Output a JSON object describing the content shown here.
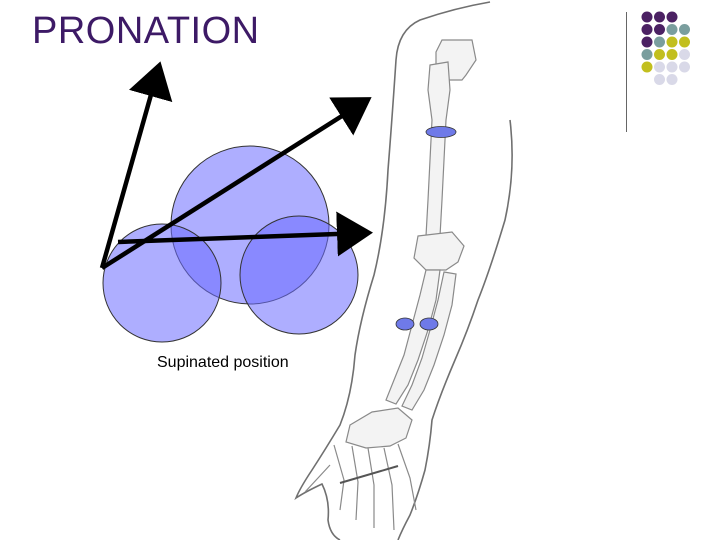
{
  "slide": {
    "title": "PRONATION",
    "caption": "Supinated position"
  },
  "colors": {
    "title": "#3d1a66",
    "circle_fill": "#6b6bff",
    "marker_fill": "#6f7ae8",
    "dot_purple": "#4b2163",
    "dot_teal": "#7a9e9e",
    "dot_olive": "#c2bf1e",
    "dot_lavender": "#d9d9e8",
    "bone_outline": "#8a8a8a",
    "skin_outline": "#707070"
  },
  "decor": {
    "dot_grid_rows": [
      [
        "purple",
        "purple",
        "purple",
        "none"
      ],
      [
        "purple",
        "purple",
        "teal",
        "teal"
      ],
      [
        "purple",
        "teal",
        "olive",
        "olive"
      ],
      [
        "teal",
        "olive",
        "olive",
        "lavender"
      ],
      [
        "olive",
        "lavender",
        "lavender",
        "lavender"
      ],
      [
        "none",
        "lavender",
        "lavender",
        "none"
      ]
    ]
  }
}
